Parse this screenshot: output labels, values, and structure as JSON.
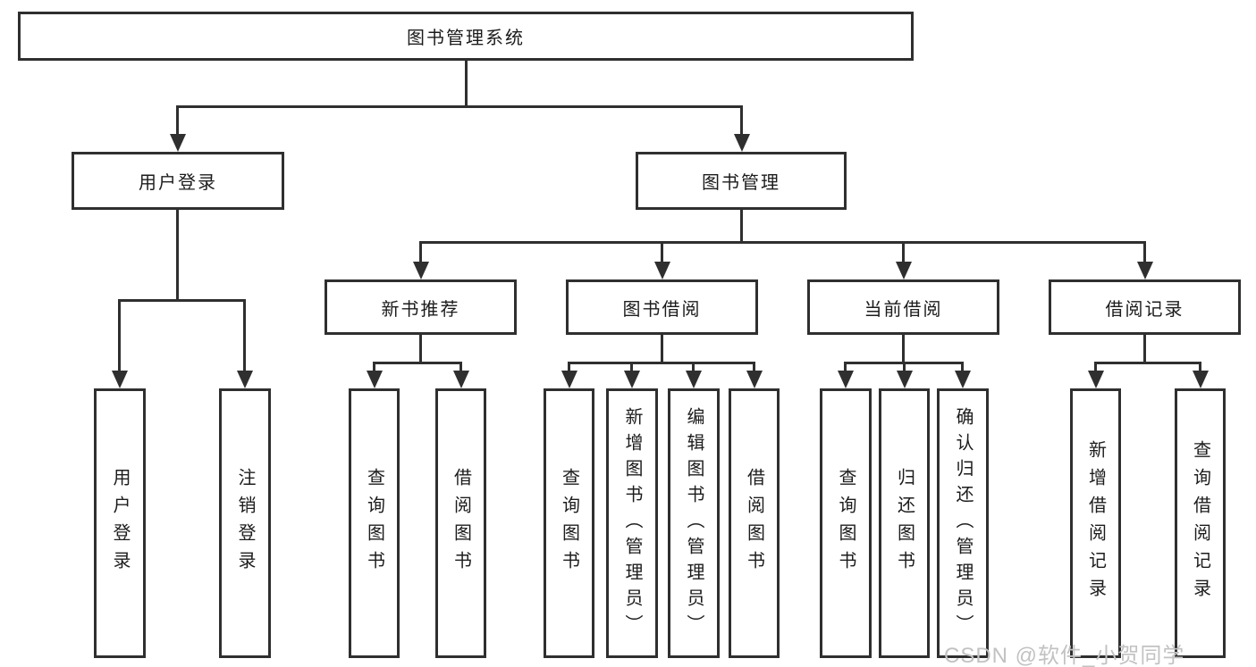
{
  "diagram": {
    "tree": {
      "label": "图书管理系统",
      "children": [
        {
          "label": "用户登录",
          "children": [
            {
              "label": "用户登录"
            },
            {
              "label": "注销登录"
            }
          ]
        },
        {
          "label": "图书管理",
          "children": [
            {
              "label": "新书推荐",
              "children": [
                {
                  "label": "查询图书"
                },
                {
                  "label": "借阅图书"
                }
              ]
            },
            {
              "label": "图书借阅",
              "children": [
                {
                  "label": "查询图书"
                },
                {
                  "label": "新增图书（管理员）"
                },
                {
                  "label": "编辑图书（管理员）"
                },
                {
                  "label": "借阅图书"
                }
              ]
            },
            {
              "label": "当前借阅",
              "children": [
                {
                  "label": "查询图书"
                },
                {
                  "label": "归还图书"
                },
                {
                  "label": "确认归还（管理员）"
                }
              ]
            },
            {
              "label": "借阅记录",
              "children": [
                {
                  "label": "新增借阅记录"
                },
                {
                  "label": "查询借阅记录"
                }
              ]
            }
          ]
        }
      ]
    },
    "watermark": "CSDN @软件_小贺同学"
  },
  "colors": {
    "line": "#2f2f2f",
    "text": "#1c1c1c",
    "bg": "#ffffff",
    "watermark": "#c2c2c2"
  }
}
